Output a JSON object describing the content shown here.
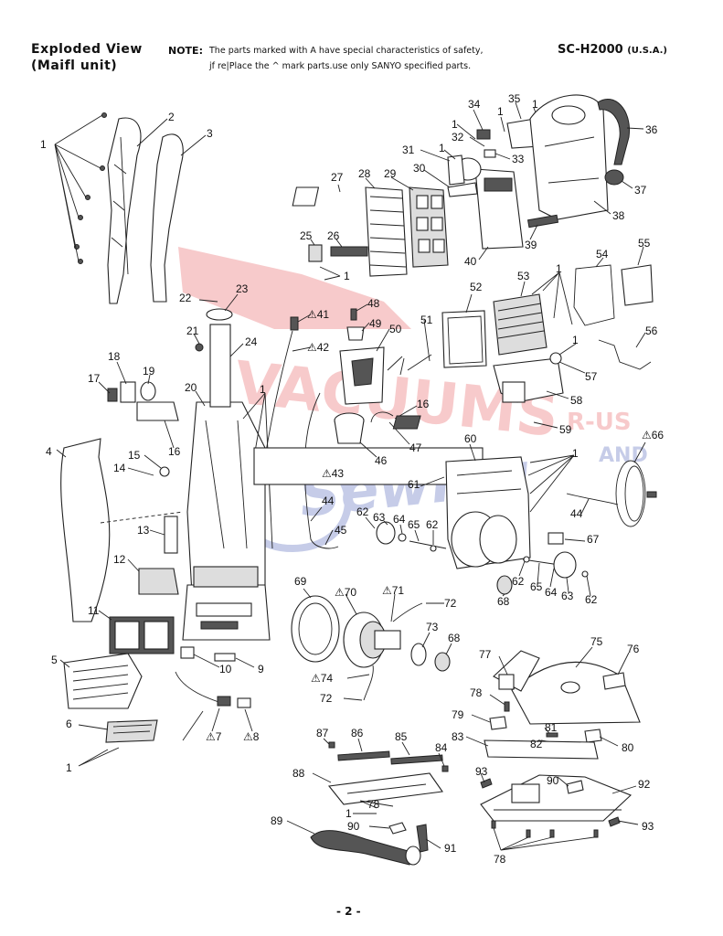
{
  "header": {
    "title_line1": "Exploded View",
    "title_line2": "(Maifl unit)",
    "note_label": "NOTE:",
    "note_line1": "The parts marked with A have special characteristics of safety,",
    "note_line2": "jf re|Place the ^ mark parts.use only SANYO specified parts.",
    "model": "SC-H2000",
    "model_region": "(U.S.A.)"
  },
  "watermark": {
    "line1": "VACUUMS",
    "line2": "R-US",
    "line3": "AND",
    "line4": "Sewing",
    "color_red": "#e8484a",
    "color_blue": "#5a6fb8"
  },
  "page_number": "- 2 -",
  "callouts": [
    {
      "id": "c1a",
      "text": "1"
    },
    {
      "id": "c2",
      "text": "2"
    },
    {
      "id": "c3",
      "text": "3"
    },
    {
      "id": "c4",
      "text": "4"
    },
    {
      "id": "c5",
      "text": "5"
    },
    {
      "id": "c6",
      "text": "6"
    },
    {
      "id": "c1b",
      "text": "1"
    },
    {
      "id": "c7",
      "text": "⚠7"
    },
    {
      "id": "c8",
      "text": "⚠8"
    },
    {
      "id": "c9",
      "text": "9"
    },
    {
      "id": "c10",
      "text": "10"
    },
    {
      "id": "c11",
      "text": "11"
    },
    {
      "id": "c12",
      "text": "12"
    },
    {
      "id": "c13",
      "text": "13"
    },
    {
      "id": "c14",
      "text": "14"
    },
    {
      "id": "c15",
      "text": "15"
    },
    {
      "id": "c16a",
      "text": "16"
    },
    {
      "id": "c17",
      "text": "17"
    },
    {
      "id": "c18",
      "text": "18"
    },
    {
      "id": "c19",
      "text": "19"
    },
    {
      "id": "c20",
      "text": "20"
    },
    {
      "id": "c21",
      "text": "21"
    },
    {
      "id": "c22",
      "text": "22"
    },
    {
      "id": "c23",
      "text": "23"
    },
    {
      "id": "c24",
      "text": "24"
    },
    {
      "id": "c1c",
      "text": "1"
    },
    {
      "id": "c1d",
      "text": "1"
    },
    {
      "id": "c25",
      "text": "25"
    },
    {
      "id": "c26",
      "text": "26"
    },
    {
      "id": "c27",
      "text": "27"
    },
    {
      "id": "c28",
      "text": "28"
    },
    {
      "id": "c29",
      "text": "29"
    },
    {
      "id": "c30",
      "text": "30"
    },
    {
      "id": "c31",
      "text": "31"
    },
    {
      "id": "c1e",
      "text": "1"
    },
    {
      "id": "c32",
      "text": "32"
    },
    {
      "id": "c1f",
      "text": "1"
    },
    {
      "id": "c33",
      "text": "33"
    },
    {
      "id": "c34",
      "text": "34"
    },
    {
      "id": "c1g",
      "text": "1"
    },
    {
      "id": "c35",
      "text": "35"
    },
    {
      "id": "c1h",
      "text": "1"
    },
    {
      "id": "c36",
      "text": "36"
    },
    {
      "id": "c37",
      "text": "37"
    },
    {
      "id": "c38",
      "text": "38"
    },
    {
      "id": "c39",
      "text": "39"
    },
    {
      "id": "c40",
      "text": "40"
    },
    {
      "id": "c41",
      "text": "⚠41"
    },
    {
      "id": "c42",
      "text": "⚠42"
    },
    {
      "id": "c43",
      "text": "⚠43"
    },
    {
      "id": "c44a",
      "text": "44"
    },
    {
      "id": "c45",
      "text": "45"
    },
    {
      "id": "c46",
      "text": "46"
    },
    {
      "id": "c47",
      "text": "47"
    },
    {
      "id": "c16b",
      "text": "16"
    },
    {
      "id": "c48",
      "text": "48"
    },
    {
      "id": "c49",
      "text": "49"
    },
    {
      "id": "c50",
      "text": "50"
    },
    {
      "id": "c51",
      "text": "51"
    },
    {
      "id": "c52",
      "text": "52"
    },
    {
      "id": "c53",
      "text": "53"
    },
    {
      "id": "c1i",
      "text": "1"
    },
    {
      "id": "c54",
      "text": "54"
    },
    {
      "id": "c55",
      "text": "55"
    },
    {
      "id": "c56",
      "text": "56"
    },
    {
      "id": "c1j",
      "text": "1"
    },
    {
      "id": "c57",
      "text": "57"
    },
    {
      "id": "c58",
      "text": "58"
    },
    {
      "id": "c59",
      "text": "59"
    },
    {
      "id": "c60",
      "text": "60"
    },
    {
      "id": "c1k",
      "text": "1"
    },
    {
      "id": "c66",
      "text": "⚠66"
    },
    {
      "id": "c61",
      "text": "61"
    },
    {
      "id": "c44b",
      "text": "44"
    },
    {
      "id": "c62a",
      "text": "62"
    },
    {
      "id": "c63a",
      "text": "63"
    },
    {
      "id": "c64a",
      "text": "64"
    },
    {
      "id": "c65a",
      "text": "65"
    },
    {
      "id": "c62b",
      "text": "62"
    },
    {
      "id": "c67",
      "text": "67"
    },
    {
      "id": "c62c",
      "text": "62"
    },
    {
      "id": "c65b",
      "text": "65"
    },
    {
      "id": "c64b",
      "text": "64"
    },
    {
      "id": "c63b",
      "text": "63"
    },
    {
      "id": "c62d",
      "text": "62"
    },
    {
      "id": "c68a",
      "text": "68"
    },
    {
      "id": "c69",
      "text": "69"
    },
    {
      "id": "c70",
      "text": "⚠70"
    },
    {
      "id": "c71",
      "text": "⚠71"
    },
    {
      "id": "c72a",
      "text": "72"
    },
    {
      "id": "c73",
      "text": "73"
    },
    {
      "id": "c68b",
      "text": "68"
    },
    {
      "id": "c74",
      "text": "⚠74"
    },
    {
      "id": "c72b",
      "text": "72"
    },
    {
      "id": "c75",
      "text": "75"
    },
    {
      "id": "c76",
      "text": "76"
    },
    {
      "id": "c77",
      "text": "77"
    },
    {
      "id": "c78a",
      "text": "78"
    },
    {
      "id": "c79",
      "text": "79"
    },
    {
      "id": "c81",
      "text": "81"
    },
    {
      "id": "c82",
      "text": "82"
    },
    {
      "id": "c80",
      "text": "80"
    },
    {
      "id": "c83",
      "text": "83"
    },
    {
      "id": "c87",
      "text": "87"
    },
    {
      "id": "c86",
      "text": "86"
    },
    {
      "id": "c85",
      "text": "85"
    },
    {
      "id": "c84",
      "text": "84"
    },
    {
      "id": "c88",
      "text": "88"
    },
    {
      "id": "c78b",
      "text": "78"
    },
    {
      "id": "c1l",
      "text": "1"
    },
    {
      "id": "c93a",
      "text": "93"
    },
    {
      "id": "c90a",
      "text": "90"
    },
    {
      "id": "c92",
      "text": "92"
    },
    {
      "id": "c93b",
      "text": "93"
    },
    {
      "id": "c78c",
      "text": "78"
    },
    {
      "id": "c89",
      "text": "89"
    },
    {
      "id": "c90b",
      "text": "90"
    },
    {
      "id": "c91",
      "text": "91"
    }
  ]
}
